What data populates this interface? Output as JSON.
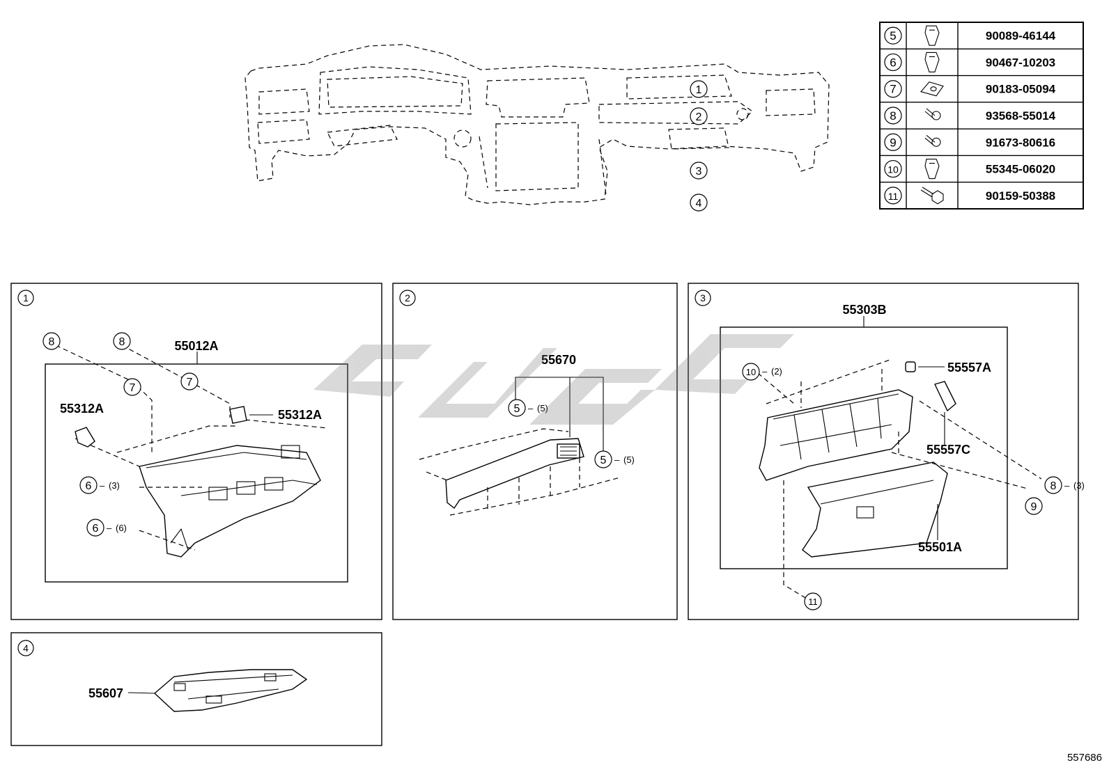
{
  "diagram_id": "557686",
  "watermark": "cygc",
  "top_callouts": [
    "1",
    "2",
    "3",
    "4"
  ],
  "fastener_table": [
    {
      "ref": "5",
      "icon": "clip-icon",
      "part_no": "90089-46144"
    },
    {
      "ref": "6",
      "icon": "clip-icon",
      "part_no": "90467-10203"
    },
    {
      "ref": "7",
      "icon": "nut-clip-icon",
      "part_no": "90183-05094"
    },
    {
      "ref": "8",
      "icon": "screw-icon",
      "part_no": "93568-55014"
    },
    {
      "ref": "9",
      "icon": "screw-icon",
      "part_no": "91673-80616"
    },
    {
      "ref": "10",
      "icon": "clip-icon",
      "part_no": "55345-06020"
    },
    {
      "ref": "11",
      "icon": "bolt-icon",
      "part_no": "90159-50388"
    }
  ],
  "panel1": {
    "num": "1",
    "main_part": "55012A",
    "clip_left": "55312A",
    "clip_right": "55312A",
    "callout_8a": "8",
    "callout_8b": "8",
    "callout_7a": "7",
    "callout_7b": "7",
    "callout_6a": "6",
    "qty_6a": "(3)",
    "callout_6b": "6",
    "qty_6b": "(6)"
  },
  "panel2": {
    "num": "2",
    "main_part": "55670",
    "callout_5a": "5",
    "qty_5a": "(5)",
    "callout_5b": "5",
    "qty_5b": "(5)"
  },
  "panel3": {
    "num": "3",
    "main_part": "55303B",
    "part_stopper": "55557A",
    "part_damper": "55557C",
    "part_door": "55501A",
    "callout_10": "10",
    "qty_10": "(2)",
    "callout_8": "8",
    "qty_8": "(3)",
    "callout_9": "9",
    "callout_11": "11"
  },
  "panel4": {
    "num": "4",
    "main_part": "55607"
  }
}
